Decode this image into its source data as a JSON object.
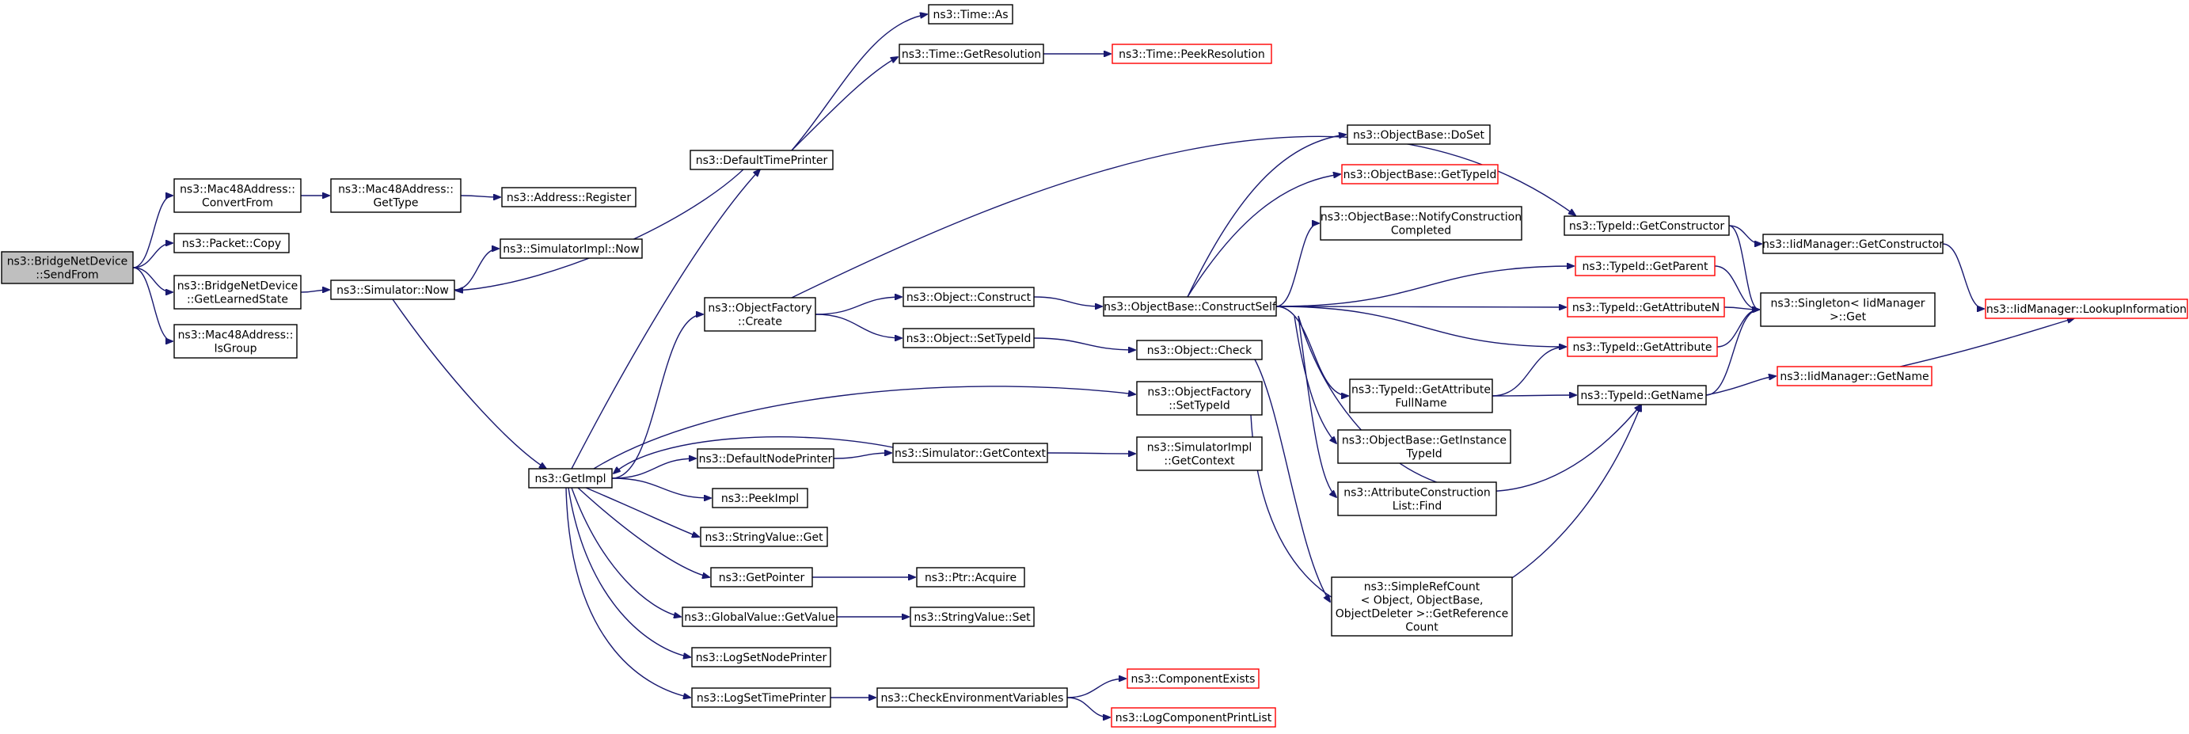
{
  "diagram": {
    "edge_color": "#191970",
    "root_fill": "#bfbfbf",
    "missing_border_color": "#ff0000",
    "nodes": [
      {
        "id": "sendfrom",
        "lines": [
          "ns3::BridgeNetDevice",
          "::SendFrom"
        ],
        "root": true
      },
      {
        "id": "convertfrom",
        "lines": [
          "ns3::Mac48Address::",
          "ConvertFrom"
        ]
      },
      {
        "id": "mac_gettype",
        "lines": [
          "ns3::Mac48Address::",
          "GetType"
        ]
      },
      {
        "id": "addr_register",
        "lines": [
          "ns3::Address::Register"
        ]
      },
      {
        "id": "packet_copy",
        "lines": [
          "ns3::Packet::Copy"
        ]
      },
      {
        "id": "getlearnedstate",
        "lines": [
          "ns3::BridgeNetDevice",
          "::GetLearnedState"
        ]
      },
      {
        "id": "isgroup",
        "lines": [
          "ns3::Mac48Address::",
          "IsGroup"
        ]
      },
      {
        "id": "sim_now",
        "lines": [
          "ns3::Simulator::Now"
        ]
      },
      {
        "id": "simimpl_now",
        "lines": [
          "ns3::SimulatorImpl::Now"
        ]
      },
      {
        "id": "getimpl",
        "lines": [
          "ns3::GetImpl"
        ]
      },
      {
        "id": "defaulttimeprinter",
        "lines": [
          "ns3::DefaultTimePrinter"
        ]
      },
      {
        "id": "time_as",
        "lines": [
          "ns3::Time::As"
        ]
      },
      {
        "id": "time_getres",
        "lines": [
          "ns3::Time::GetResolution"
        ]
      },
      {
        "id": "time_peekres",
        "lines": [
          "ns3::Time::PeekResolution"
        ],
        "missing": true
      },
      {
        "id": "objfactory_create",
        "lines": [
          "ns3::ObjectFactory",
          "::Create"
        ]
      },
      {
        "id": "obj_construct",
        "lines": [
          "ns3::Object::Construct"
        ]
      },
      {
        "id": "obj_settypeid",
        "lines": [
          "ns3::Object::SetTypeId"
        ]
      },
      {
        "id": "obj_check",
        "lines": [
          "ns3::Object::Check"
        ]
      },
      {
        "id": "constructself",
        "lines": [
          "ns3::ObjectBase::ConstructSelf"
        ]
      },
      {
        "id": "doset",
        "lines": [
          "ns3::ObjectBase::DoSet"
        ]
      },
      {
        "id": "ob_gettypeid",
        "lines": [
          "ns3::ObjectBase::GetTypeId"
        ],
        "missing": true
      },
      {
        "id": "notifyconstruction",
        "lines": [
          "ns3::ObjectBase::NotifyConstruction",
          "Completed"
        ]
      },
      {
        "id": "getinstancetypeid",
        "lines": [
          "ns3::ObjectBase::GetInstance",
          "TypeId"
        ]
      },
      {
        "id": "attrconstruction",
        "lines": [
          "ns3::AttributeConstruction",
          "List::Find"
        ]
      },
      {
        "id": "simplerefcount",
        "lines": [
          "ns3::SimpleRefCount",
          "< Object, ObjectBase,",
          "ObjectDeleter >::GetReference",
          "Count"
        ]
      },
      {
        "id": "factory_settypeid",
        "lines": [
          "ns3::ObjectFactory",
          "::SetTypeId"
        ]
      },
      {
        "id": "defaultnodeprinter",
        "lines": [
          "ns3::DefaultNodePrinter"
        ]
      },
      {
        "id": "sim_getcontext",
        "lines": [
          "ns3::Simulator::GetContext"
        ]
      },
      {
        "id": "simimpl_getcontext",
        "lines": [
          "ns3::SimulatorImpl",
          "::GetContext"
        ]
      },
      {
        "id": "peekimpl",
        "lines": [
          "ns3::PeekImpl"
        ]
      },
      {
        "id": "stringvalue_get",
        "lines": [
          "ns3::StringValue::Get"
        ]
      },
      {
        "id": "getpointer",
        "lines": [
          "ns3::GetPointer"
        ]
      },
      {
        "id": "ptr_acquire",
        "lines": [
          "ns3::Ptr::Acquire"
        ]
      },
      {
        "id": "globalvalue_getvalue",
        "lines": [
          "ns3::GlobalValue::GetValue"
        ]
      },
      {
        "id": "stringvalue_set",
        "lines": [
          "ns3::StringValue::Set"
        ]
      },
      {
        "id": "lognodeprinter",
        "lines": [
          "ns3::LogSetNodePrinter"
        ]
      },
      {
        "id": "logtimeprinter",
        "lines": [
          "ns3::LogSetTimePrinter"
        ]
      },
      {
        "id": "checkenv",
        "lines": [
          "ns3::CheckEnvironmentVariables"
        ]
      },
      {
        "id": "componentexists",
        "lines": [
          "ns3::ComponentExists"
        ],
        "missing": true
      },
      {
        "id": "logcomponentprintlist",
        "lines": [
          "ns3::LogComponentPrintList"
        ],
        "missing": true
      },
      {
        "id": "typeid_getconstructor",
        "lines": [
          "ns3::TypeId::GetConstructor"
        ]
      },
      {
        "id": "iid_getconstructor",
        "lines": [
          "ns3::IidManager::GetConstructor"
        ]
      },
      {
        "id": "typeid_getparent",
        "lines": [
          "ns3::TypeId::GetParent"
        ],
        "missing": true
      },
      {
        "id": "typeid_getattributen",
        "lines": [
          "ns3::TypeId::GetAttributeN"
        ],
        "missing": true
      },
      {
        "id": "typeid_getattribute",
        "lines": [
          "ns3::TypeId::GetAttribute"
        ],
        "missing": true
      },
      {
        "id": "typeid_getattrfullname",
        "lines": [
          "ns3::TypeId::GetAttribute",
          "FullName"
        ]
      },
      {
        "id": "typeid_getname",
        "lines": [
          "ns3::TypeId::GetName"
        ]
      },
      {
        "id": "singleton_get",
        "lines": [
          "ns3::Singleton< IidManager",
          " >::Get"
        ]
      },
      {
        "id": "iid_getname",
        "lines": [
          "ns3::IidManager::GetName"
        ],
        "missing": true
      },
      {
        "id": "iid_lookupinfo",
        "lines": [
          "ns3::IidManager::LookupInformation"
        ],
        "missing": true
      }
    ],
    "edges": [
      [
        "sendfrom",
        "convertfrom"
      ],
      [
        "sendfrom",
        "packet_copy"
      ],
      [
        "sendfrom",
        "getlearnedstate"
      ],
      [
        "sendfrom",
        "isgroup"
      ],
      [
        "convertfrom",
        "mac_gettype"
      ],
      [
        "mac_gettype",
        "addr_register"
      ],
      [
        "getlearnedstate",
        "sim_now"
      ],
      [
        "sim_now",
        "simimpl_now"
      ],
      [
        "sim_now",
        "getimpl"
      ],
      [
        "defaulttimeprinter",
        "sim_now"
      ],
      [
        "defaulttimeprinter",
        "time_as"
      ],
      [
        "defaulttimeprinter",
        "time_getres"
      ],
      [
        "time_getres",
        "time_peekres"
      ],
      [
        "getimpl",
        "defaulttimeprinter"
      ],
      [
        "getimpl",
        "objfactory_create"
      ],
      [
        "getimpl",
        "factory_settypeid"
      ],
      [
        "getimpl",
        "defaultnodeprinter"
      ],
      [
        "getimpl",
        "peekimpl"
      ],
      [
        "getimpl",
        "stringvalue_get"
      ],
      [
        "getimpl",
        "getpointer"
      ],
      [
        "getimpl",
        "globalvalue_getvalue"
      ],
      [
        "getimpl",
        "lognodeprinter"
      ],
      [
        "getimpl",
        "logtimeprinter"
      ],
      [
        "sim_getcontext",
        "getimpl"
      ],
      [
        "defaultnodeprinter",
        "sim_getcontext"
      ],
      [
        "sim_getcontext",
        "simimpl_getcontext"
      ],
      [
        "getpointer",
        "ptr_acquire"
      ],
      [
        "globalvalue_getvalue",
        "stringvalue_set"
      ],
      [
        "logtimeprinter",
        "checkenv"
      ],
      [
        "checkenv",
        "componentexists"
      ],
      [
        "checkenv",
        "logcomponentprintlist"
      ],
      [
        "objfactory_create",
        "obj_construct"
      ],
      [
        "objfactory_create",
        "obj_settypeid"
      ],
      [
        "objfactory_create",
        "typeid_getconstructor"
      ],
      [
        "obj_construct",
        "constructself"
      ],
      [
        "obj_settypeid",
        "obj_check"
      ],
      [
        "obj_check",
        "simplerefcount"
      ],
      [
        "constructself",
        "doset"
      ],
      [
        "constructself",
        "ob_gettypeid"
      ],
      [
        "constructself",
        "notifyconstruction"
      ],
      [
        "constructself",
        "typeid_getparent"
      ],
      [
        "constructself",
        "typeid_getattributen"
      ],
      [
        "constructself",
        "typeid_getattribute"
      ],
      [
        "constructself",
        "typeid_getattrfullname"
      ],
      [
        "constructself",
        "getinstancetypeid"
      ],
      [
        "constructself",
        "attrconstruction"
      ],
      [
        "constructself",
        "typeid_getname"
      ],
      [
        "factory_settypeid",
        "typeid_getname"
      ],
      [
        "typeid_getconstructor",
        "iid_getconstructor"
      ],
      [
        "typeid_getconstructor",
        "singleton_get"
      ],
      [
        "iid_getconstructor",
        "iid_lookupinfo"
      ],
      [
        "typeid_getparent",
        "singleton_get"
      ],
      [
        "typeid_getattributen",
        "singleton_get"
      ],
      [
        "typeid_getattribute",
        "singleton_get"
      ],
      [
        "typeid_getattrfullname",
        "typeid_getattribute"
      ],
      [
        "typeid_getattrfullname",
        "typeid_getname"
      ],
      [
        "typeid_getname",
        "singleton_get"
      ],
      [
        "typeid_getname",
        "iid_getname"
      ],
      [
        "iid_getname",
        "iid_lookupinfo"
      ]
    ]
  }
}
